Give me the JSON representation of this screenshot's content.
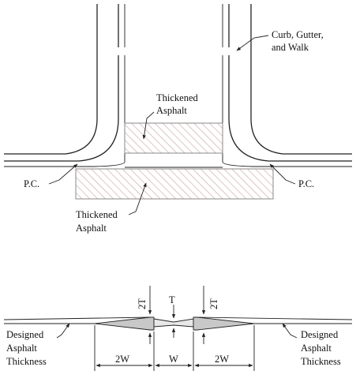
{
  "plan_view": {
    "curb_label": [
      "Curb, Gutter,",
      "and Walk"
    ],
    "thickened_upper": [
      "Thickened",
      "Asphalt"
    ],
    "thickened_lower": [
      "Thickened",
      "Asphalt"
    ],
    "pc_left": "P.C.",
    "pc_right": "P.C."
  },
  "section_view": {
    "dim_2t_left": "2T",
    "dim_t": "T",
    "dim_2t_right": "2T",
    "dim_2w_left": "2W",
    "dim_w": "W",
    "dim_2w_right": "2W",
    "designed_left": [
      "Designed",
      "Asphalt",
      "Thickness"
    ],
    "designed_right": [
      "Designed",
      "Asphalt",
      "Thickness"
    ]
  },
  "colors": {
    "line": "#222222",
    "hatch": "#c9a0a0",
    "asphalt_fill": "#c8c8c8"
  }
}
